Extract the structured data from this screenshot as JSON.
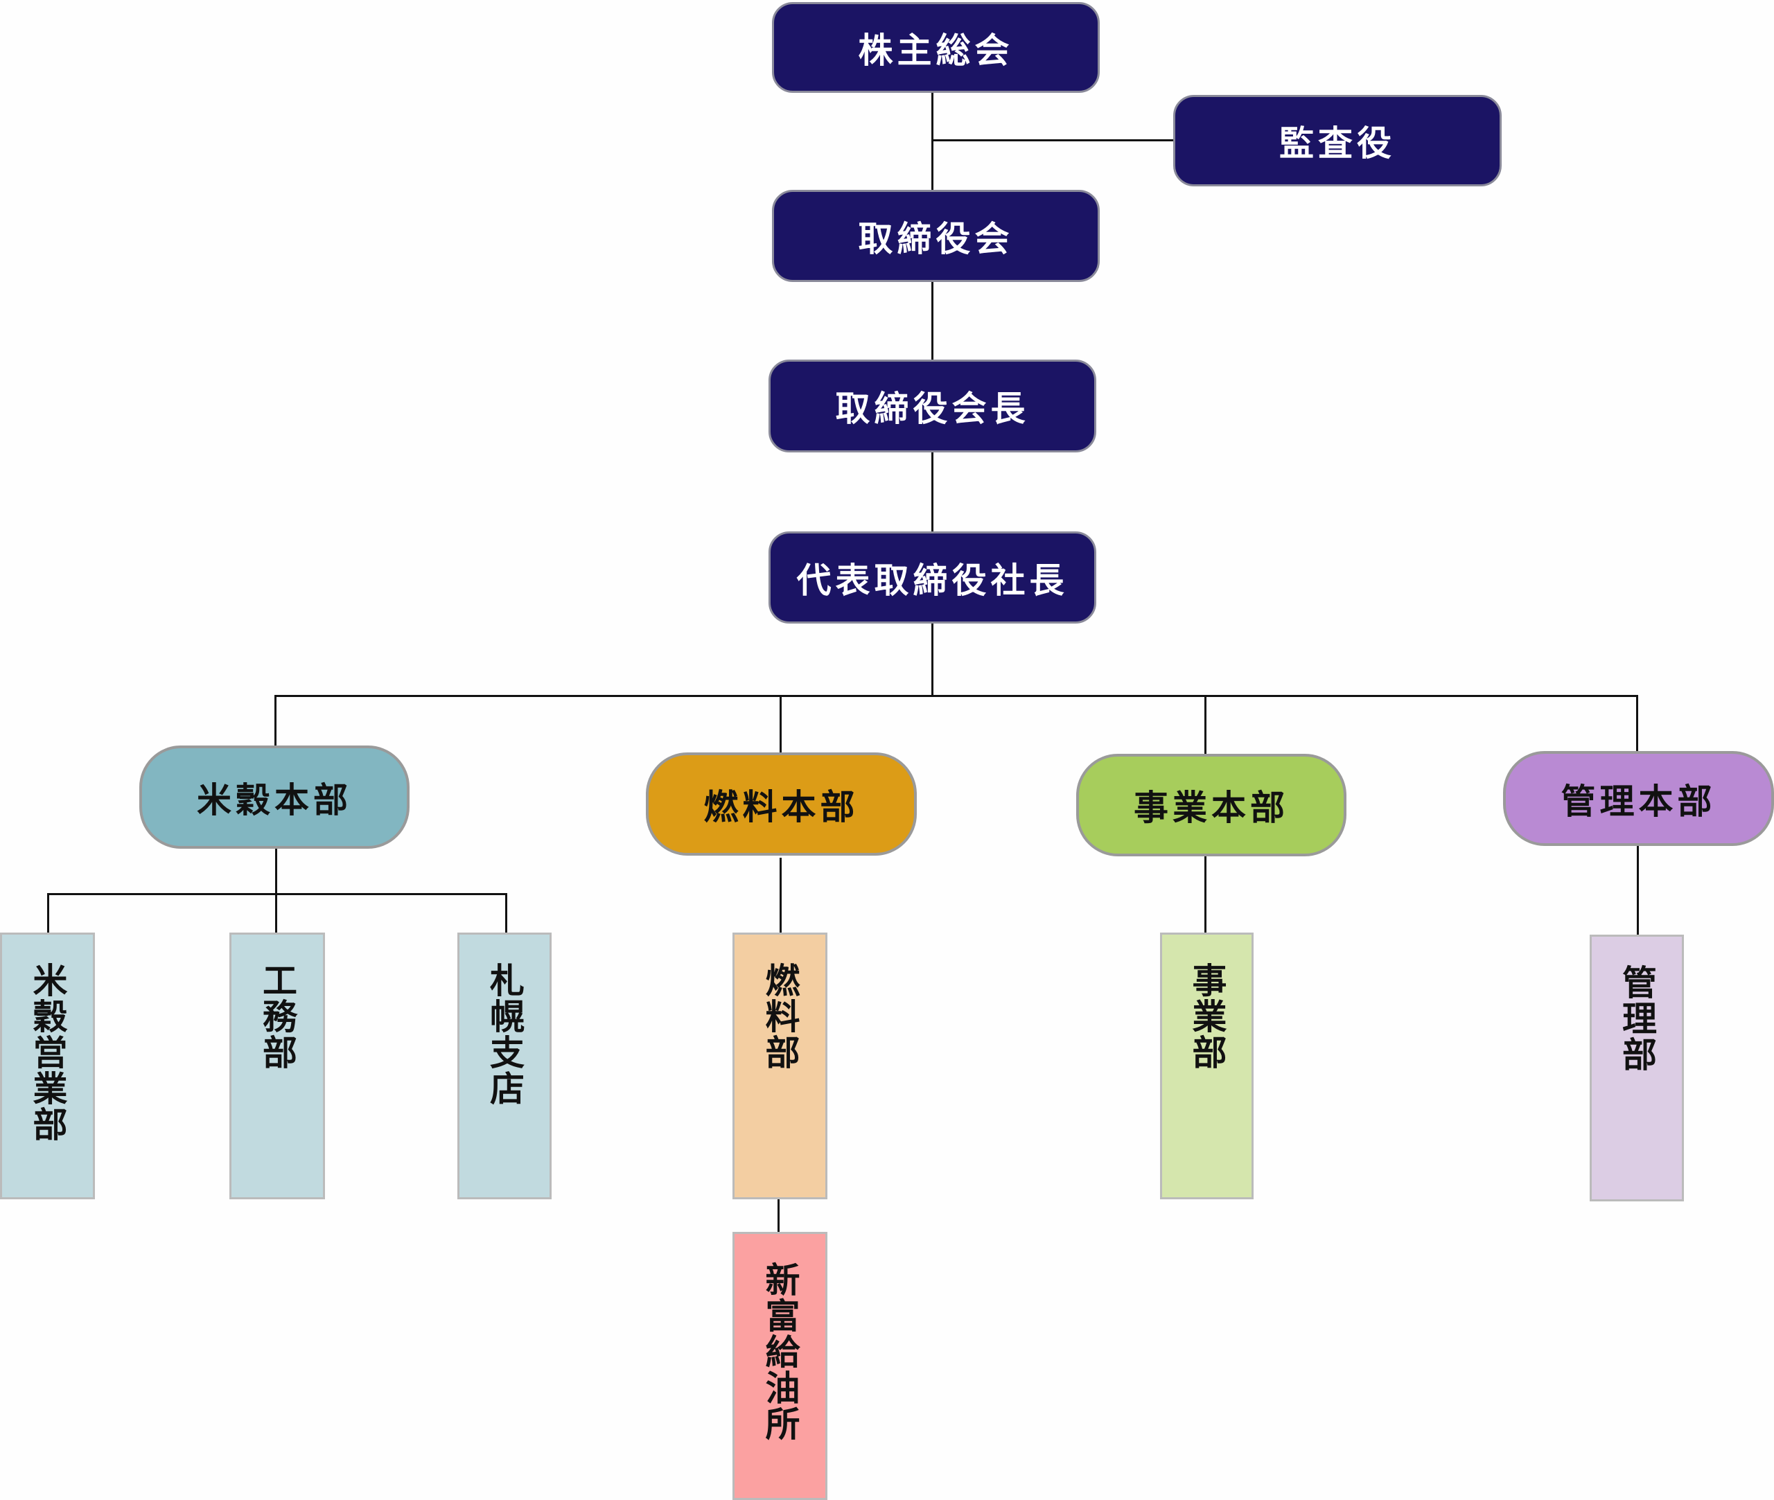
{
  "executive": {
    "shareholders": "株主総会",
    "auditor": "監査役",
    "board": "取締役会",
    "chairman": "取締役会長",
    "president": "代表取締役社長"
  },
  "divisions": [
    {
      "label": "米穀本部",
      "color": "#82b6c1",
      "units": [
        {
          "label": "米穀営業部",
          "color": "#c1dadf"
        },
        {
          "label": "工務部",
          "color": "#c1dadf"
        },
        {
          "label": "札幌支店",
          "color": "#c1dadf"
        }
      ]
    },
    {
      "label": "燃料本部",
      "color": "#dc9c17",
      "units": [
        {
          "label": "燃料部",
          "color": "#f3cea2"
        },
        {
          "label": "新富給油所",
          "color": "#fba1a1"
        }
      ]
    },
    {
      "label": "事業本部",
      "color": "#a7cd5c",
      "units": [
        {
          "label": "事業部",
          "color": "#d5e6ad"
        }
      ]
    },
    {
      "label": "管理本部",
      "color": "#b98ad3",
      "units": [
        {
          "label": "管理部",
          "color": "#dccde4"
        }
      ]
    }
  ]
}
